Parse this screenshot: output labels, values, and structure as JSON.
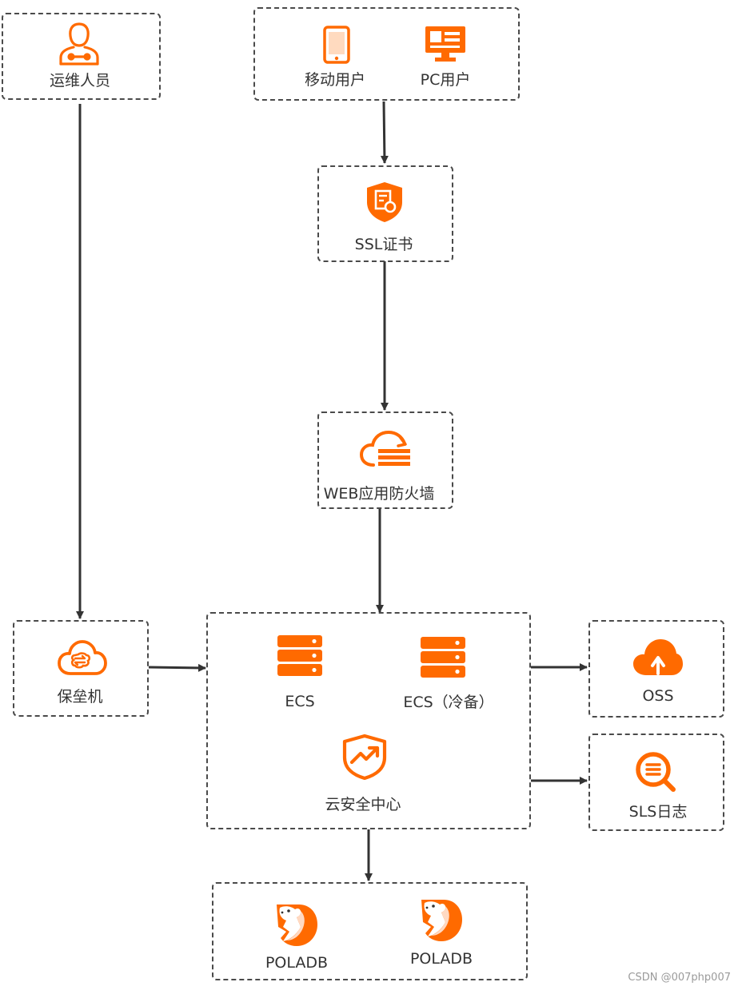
{
  "colors": {
    "accent": "#ff6a00",
    "line": "#333333",
    "border": "#4a4a4a"
  },
  "nodes": {
    "ops": {
      "label": "运维人员",
      "icon": "maintenance-person-icon"
    },
    "mobile": {
      "label": "移动用户",
      "icon": "mobile-phone-icon"
    },
    "pc": {
      "label": "PC用户",
      "icon": "desktop-monitor-icon"
    },
    "ssl": {
      "label": "SSL证书",
      "icon": "certificate-shield-icon"
    },
    "waf": {
      "label": "WEB应用防火墙",
      "icon": "cloud-firewall-icon"
    },
    "bastion": {
      "label": "保垒机",
      "icon": "cloud-bastion-icon"
    },
    "ecs1": {
      "label": "ECS",
      "icon": "server-stack-icon"
    },
    "ecs2": {
      "label": "ECS（冷备）",
      "icon": "server-stack-icon"
    },
    "security": {
      "label": "云安全中心",
      "icon": "security-shield-icon"
    },
    "oss": {
      "label": "OSS",
      "icon": "cloud-upload-icon"
    },
    "sls": {
      "label": "SLS日志",
      "icon": "log-search-icon"
    },
    "db1": {
      "label": "POLADB",
      "icon": "polardb-bear-icon"
    },
    "db2": {
      "label": "POLADB",
      "icon": "polardb-bear-icon"
    }
  },
  "edges": [
    {
      "from": "ops",
      "to": "bastion"
    },
    {
      "from": "users",
      "to": "ssl"
    },
    {
      "from": "ssl",
      "to": "waf"
    },
    {
      "from": "waf",
      "to": "app-group"
    },
    {
      "from": "bastion",
      "to": "app-group"
    },
    {
      "from": "app-group",
      "to": "oss"
    },
    {
      "from": "app-group",
      "to": "sls"
    },
    {
      "from": "app-group",
      "to": "db-group"
    }
  ],
  "watermark": "CSDN @007php007"
}
